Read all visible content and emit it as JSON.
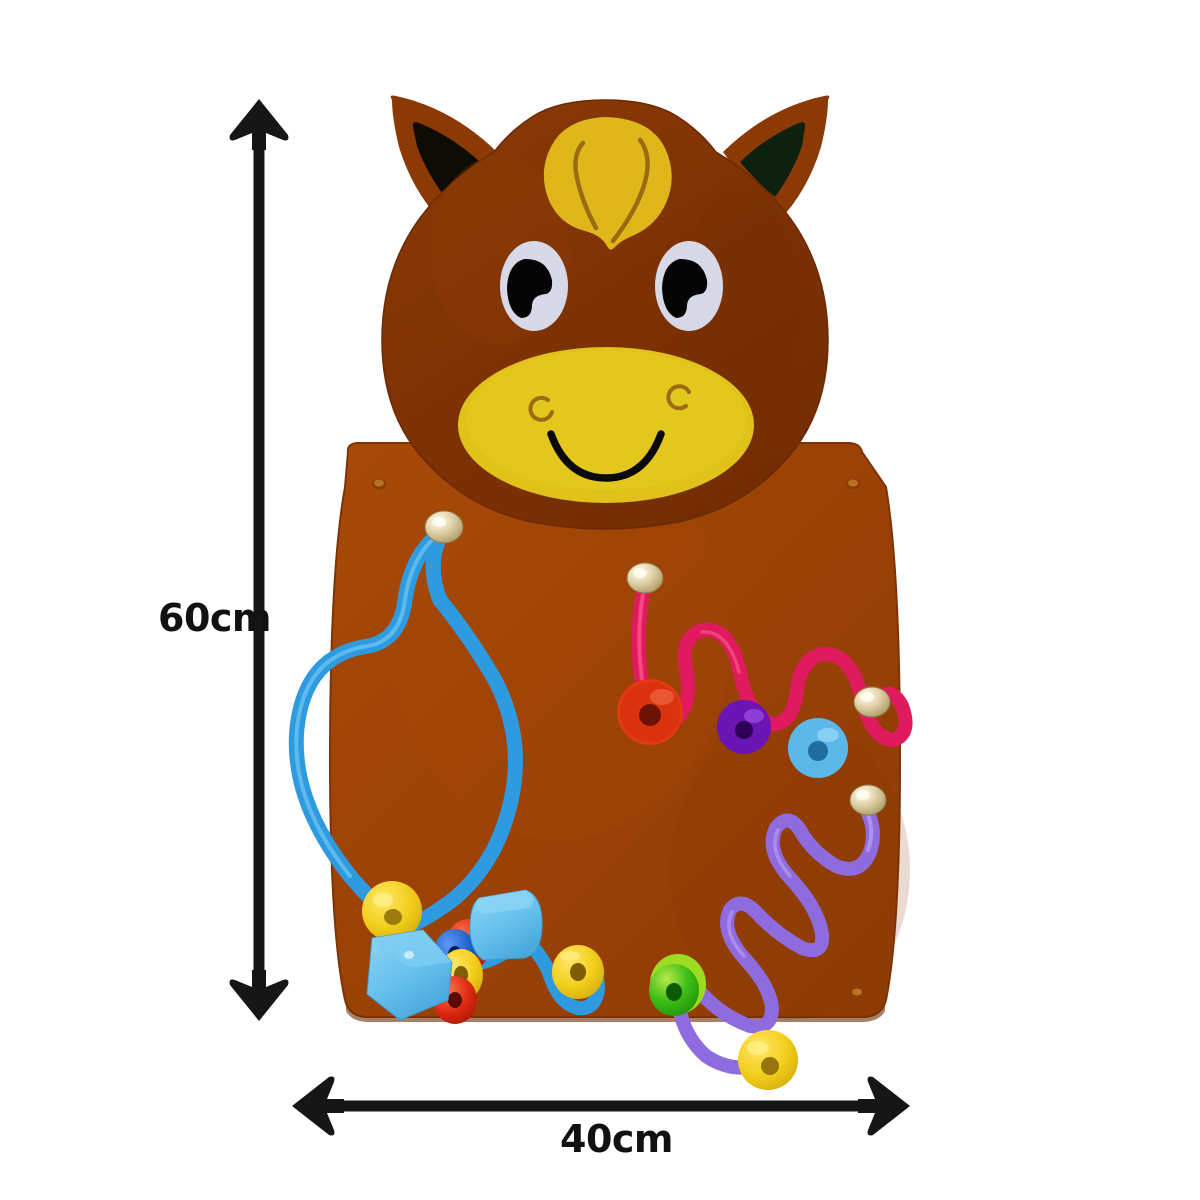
{
  "product": {
    "name": "wall-mounted horse activity bead maze board",
    "board_color": "#9E4407",
    "head_color": "#7E3204",
    "accent_yellow": "#E3BE17",
    "ear_inner_color": "#0D0D06",
    "eye_white_color": "#D7D9E8",
    "pupil_color": "#070707",
    "mouth_color": "#0A0A0A"
  },
  "dimensions": {
    "height": {
      "label": "60cm",
      "value": 60,
      "unit": "cm",
      "orientation": "vertical",
      "arrow": "double-headed"
    },
    "width": {
      "label": "40cm",
      "value": 40,
      "unit": "cm",
      "orientation": "horizontal",
      "arrow": "double-headed"
    },
    "arrow_color": "#161616"
  },
  "face": {
    "ears": [
      {
        "side": "left",
        "inner_color": "#0C0C05"
      },
      {
        "side": "right",
        "inner_color": "#0E2110"
      }
    ],
    "forelock": {
      "color": "#E0B71A",
      "hair_line_color": "#9A6B12"
    },
    "eyes": [
      {
        "side": "left",
        "sclera": "#D7D9E8",
        "pupil": "#050505"
      },
      {
        "side": "right",
        "sclera": "#D7D9E8",
        "pupil": "#050505"
      }
    ],
    "muzzle": {
      "color": "#E0C21B",
      "nostril_color": "#9A6B12",
      "smile_color": "#0A0A0A"
    }
  },
  "wires": [
    {
      "name": "blue-loop-wire",
      "color": "#2E9BE0",
      "shape": "large loop",
      "beads": [
        {
          "shape": "sphere",
          "color": "#F2CE1B",
          "label": "yellow-sphere-bead"
        },
        {
          "shape": "cube",
          "color": "#6CC4EE",
          "label": "light-blue-cube-bead"
        },
        {
          "shape": "disc",
          "color": "#C8201A",
          "label": "red-disc-bead"
        },
        {
          "shape": "disc",
          "color": "#1F63C9",
          "label": "blue-disc-bead"
        },
        {
          "shape": "disc",
          "color": "#F2CE1B",
          "label": "yellow-disc-bead"
        },
        {
          "shape": "disc",
          "color": "#C8201A",
          "label": "red-disc-bead-2"
        },
        {
          "shape": "cylinder",
          "color": "#6CC4EE",
          "label": "light-blue-cylinder-bead"
        },
        {
          "shape": "disc",
          "color": "#F2CE1B",
          "label": "yellow-disc-bead-2"
        }
      ]
    },
    {
      "name": "pink-zigzag-wire",
      "color": "#E01A5E",
      "shape": "zigzag wave",
      "beads": [
        {
          "shape": "disc",
          "color": "#E23A11",
          "label": "red-orange-disc-bead"
        },
        {
          "shape": "disc",
          "color": "#6B15B5",
          "label": "purple-disc-bead"
        },
        {
          "shape": "disc",
          "color": "#5BB8E8",
          "label": "light-blue-disc-bead"
        }
      ]
    },
    {
      "name": "purple-zigzag-wire",
      "color": "#8E6CE0",
      "shape": "zigzag wave",
      "beads": [
        {
          "shape": "disc",
          "color": "#2FB415",
          "label": "green-disc-bead"
        },
        {
          "shape": "sphere",
          "color": "#F2CE1B",
          "label": "yellow-sphere-bead-2"
        }
      ]
    }
  ],
  "hardware": {
    "end_caps": {
      "count": 4,
      "color": "#D9C9A0",
      "label": "chrome-end-cap"
    },
    "screws": {
      "count": 4,
      "label": "mounting-screw-hole"
    }
  }
}
